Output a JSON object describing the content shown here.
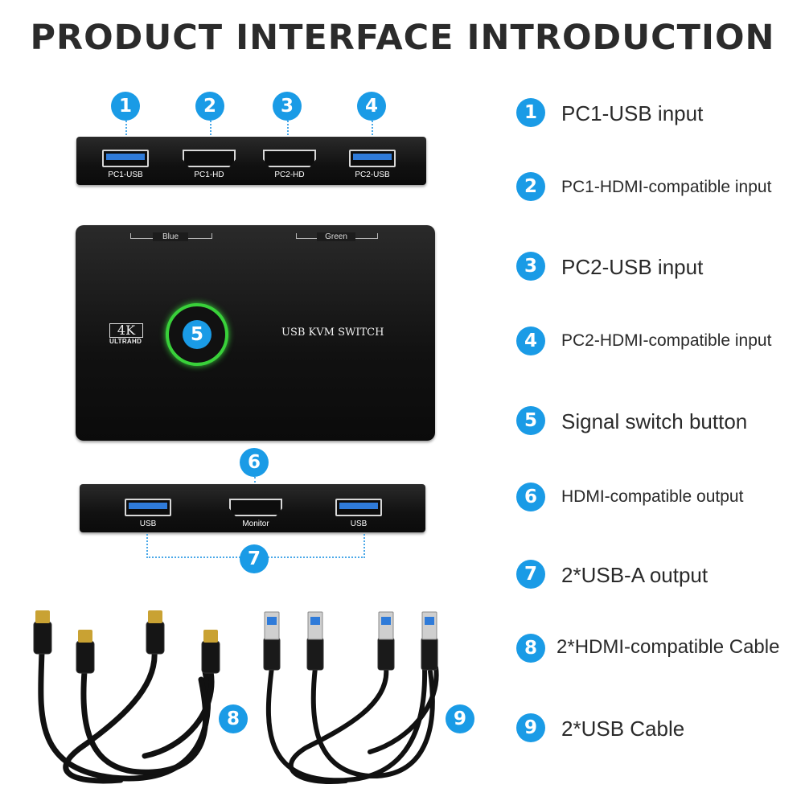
{
  "title": "PRODUCT INTERFACE INTRODUCTION",
  "colors": {
    "badge_blue": "#1a9be6",
    "usb_blue": "#2f7bd9",
    "ring_green": "#39d13a",
    "device_black": "#141414"
  },
  "top_panel": {
    "badges": [
      "1",
      "2",
      "3",
      "4"
    ],
    "ports": [
      "PC1-USB",
      "PC1-HD",
      "PC2-HD",
      "PC2-USB"
    ]
  },
  "device_face": {
    "blue_label": "Blue",
    "green_label": "Green",
    "logo_4k": "4K",
    "logo_ultrahd": "ULTRAHD",
    "button_number": "5",
    "device_name": "USB KVM SWITCH"
  },
  "bottom_panel": {
    "badge_6": "6",
    "badge_7": "7",
    "ports": [
      "USB",
      "Monitor",
      "USB"
    ]
  },
  "cables": {
    "badge_8": "8",
    "badge_9": "9"
  },
  "legend": [
    {
      "num": "1",
      "text": "PC1-USB input"
    },
    {
      "num": "2",
      "text": "PC1-HDMI-compatible input"
    },
    {
      "num": "3",
      "text": "PC2-USB input"
    },
    {
      "num": "4",
      "text": "PC2-HDMI-compatible input"
    },
    {
      "num": "5",
      "text": "Signal switch button"
    },
    {
      "num": "6",
      "text": "HDMI-compatible output"
    },
    {
      "num": "7",
      "text": "2*USB-A output"
    },
    {
      "num": "8",
      "text": "2*HDMI-compatible Cable"
    },
    {
      "num": "9",
      "text": "2*USB Cable"
    }
  ]
}
